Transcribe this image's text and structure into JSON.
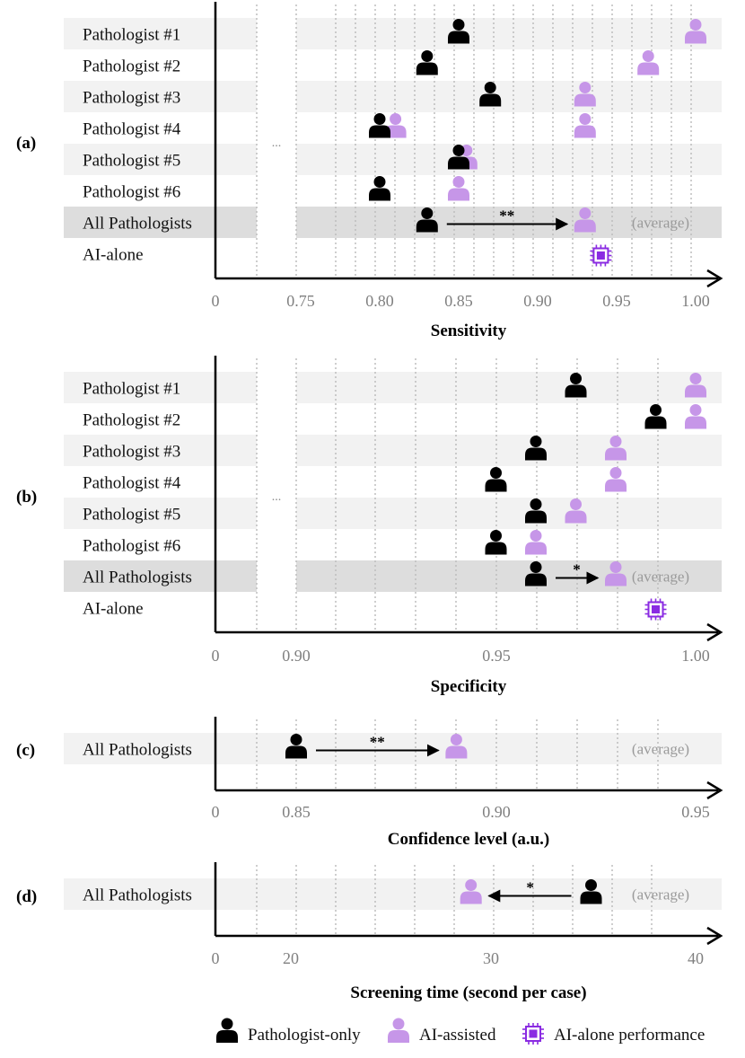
{
  "colors": {
    "pathologist_only": "#000000",
    "ai_assisted": "#c696e8",
    "ai_alone": "#8a2be2",
    "band_light": "#f2f2f2",
    "band_dark": "#dddddd",
    "grid": "#bdbdbd",
    "tick_text": "#808080"
  },
  "icons": {
    "pathologist_only": "person-icon",
    "ai_assisted": "person-icon",
    "ai_alone": "chip-icon"
  },
  "legend": {
    "pathologist_only": "Pathologist-only",
    "ai_assisted": "AI-assisted",
    "ai_alone": "AI-alone performance"
  },
  "chart_data": [
    {
      "type": "scatter",
      "panel_label": "(a)",
      "xlabel": "Sensitivity",
      "axis_break": true,
      "xlim": [
        0.7,
        1.0
      ],
      "tick_labels": [
        "0",
        "0.75",
        "0.80",
        "0.85",
        "0.90",
        "0.95",
        "1.00"
      ],
      "average_note": "(average)",
      "rows": [
        {
          "label": "Pathologist #1",
          "pathologist_only": 0.85,
          "ai_assisted": 1.0
        },
        {
          "label": "Pathologist #2",
          "pathologist_only": 0.83,
          "ai_assisted": 0.97
        },
        {
          "label": "Pathologist #3",
          "pathologist_only": 0.87,
          "ai_assisted": 0.93
        },
        {
          "label": "Pathologist #4",
          "pathologist_only": 0.8,
          "ai_assisted": [
            0.81,
            0.93
          ]
        },
        {
          "label": "Pathologist #5",
          "pathologist_only": 0.85,
          "ai_assisted": 0.855
        },
        {
          "label": "Pathologist #6",
          "pathologist_only": 0.8,
          "ai_assisted": 0.85
        },
        {
          "label": "All Pathologists",
          "pathologist_only": 0.83,
          "ai_assisted": 0.93,
          "average": true,
          "significance": "**"
        },
        {
          "label": "AI-alone",
          "ai_alone": 0.94
        }
      ]
    },
    {
      "type": "scatter",
      "panel_label": "(b)",
      "xlabel": "Specificity",
      "axis_break": true,
      "xlim": [
        0.86,
        1.0
      ],
      "tick_labels": [
        "0",
        "0.90",
        "0.95",
        "1.00"
      ],
      "average_note": "(average)",
      "rows": [
        {
          "label": "Pathologist #1",
          "pathologist_only": 0.97,
          "ai_assisted": 1.0
        },
        {
          "label": "Pathologist #2",
          "pathologist_only": 0.99,
          "ai_assisted": 1.0
        },
        {
          "label": "Pathologist #3",
          "pathologist_only": 0.96,
          "ai_assisted": 0.98
        },
        {
          "label": "Pathologist #4",
          "pathologist_only": 0.95,
          "ai_assisted": 0.98
        },
        {
          "label": "Pathologist #5",
          "pathologist_only": 0.96,
          "ai_assisted": 0.97
        },
        {
          "label": "Pathologist #6",
          "pathologist_only": 0.95,
          "ai_assisted": 0.96
        },
        {
          "label": "All Pathologists",
          "pathologist_only": 0.96,
          "ai_assisted": 0.98,
          "average": true,
          "significance": "*"
        },
        {
          "label": "AI-alone",
          "ai_alone": 0.99
        }
      ]
    },
    {
      "type": "scatter",
      "panel_label": "(c)",
      "xlabel": "Confidence level (a.u.)",
      "axis_break": false,
      "xlim": [
        0.835,
        0.955
      ],
      "tick_labels": [
        "0",
        "0.85",
        "0.90",
        "0.95"
      ],
      "average_note": "(average)",
      "rows": [
        {
          "label": "All Pathologists",
          "pathologist_only": 0.85,
          "ai_assisted": 0.89,
          "average": true,
          "significance": "**"
        }
      ]
    },
    {
      "type": "scatter",
      "panel_label": "(d)",
      "xlabel": "Screening time (second per case)",
      "axis_break": false,
      "xlim": [
        16,
        40
      ],
      "tick_labels": [
        "0",
        "20",
        "30",
        "40"
      ],
      "average_note": "(average)",
      "rows": [
        {
          "label": "All Pathologists",
          "pathologist_only": 35,
          "ai_assisted": 29,
          "average": true,
          "significance": "*"
        }
      ]
    }
  ]
}
